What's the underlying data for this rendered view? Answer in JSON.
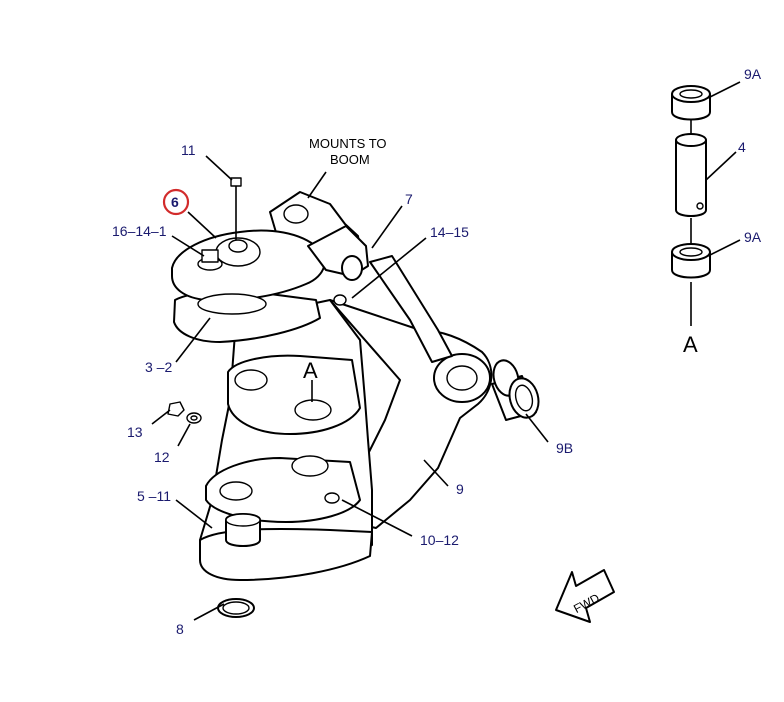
{
  "callouts": {
    "c11": "11",
    "c6": "6",
    "c16_14_1": "16–14–1",
    "c3_2": "3 –2",
    "c13": "13",
    "c12": "12",
    "c5_11": "5 –11",
    "c8": "8",
    "c7": "7",
    "c14_15": "14–15",
    "c9": "9",
    "c10_12": "10–12",
    "c9b": "9B",
    "c9a_top": "9A",
    "c4": "4",
    "c9a_bottom": "9A"
  },
  "notes": {
    "mounts_line1": "MOUNTS TO",
    "mounts_line2": "BOOM"
  },
  "section_labels": {
    "main": "A",
    "detail": "A"
  },
  "fwd_label": "FWD",
  "colors": {
    "callout_text": "#1a1a6e",
    "highlight_ring": "#d22b2b",
    "line": "#000000"
  }
}
